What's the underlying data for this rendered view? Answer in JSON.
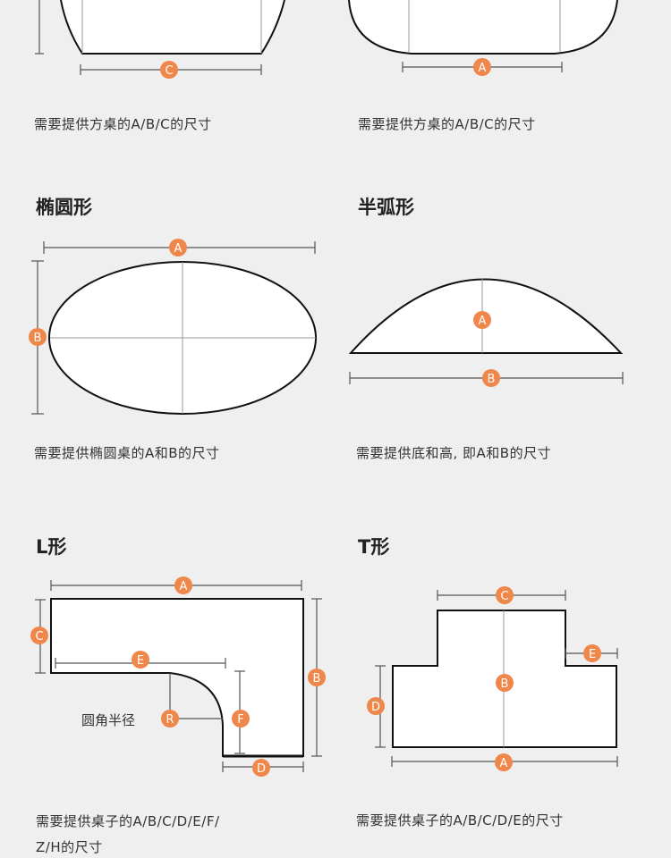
{
  "sections": {
    "top_left": {
      "caption": "需要提供方桌的A/B/C的尺寸"
    },
    "top_right": {
      "caption": "需要提供方桌的A/B/C的尺寸"
    },
    "ellipse": {
      "title": "椭圆形",
      "caption": "需要提供椭圆桌的A和B的尺寸"
    },
    "arc": {
      "title": "半弧形",
      "caption": "需要提供底和高, 即A和B的尺寸"
    },
    "l_shape": {
      "title": "L形",
      "corner_label": "圆角半径",
      "caption_line1": "需要提供桌子的A/B/C/D/E/F/",
      "caption_line2": "Z/H的尺寸"
    },
    "t_shape": {
      "title": "T形",
      "caption": "需要提供桌子的A/B/C/D/E的尺寸"
    }
  },
  "markers": {
    "A": "A",
    "B": "B",
    "C": "C",
    "D": "D",
    "E": "E",
    "F": "F",
    "R": "R"
  },
  "colors": {
    "marker": "#f0874a",
    "line": "#111111",
    "dim": "#555555",
    "background": "#efefef"
  }
}
